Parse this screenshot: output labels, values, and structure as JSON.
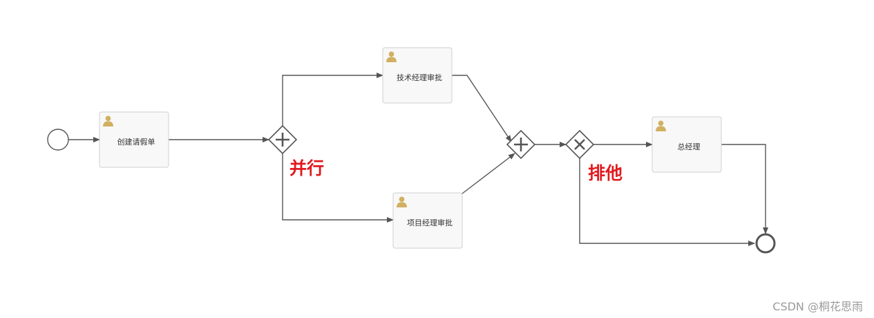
{
  "tasks": {
    "create_leave": "创建请假单",
    "tech_manager": "技术经理审批",
    "project_manager": "项目经理审批",
    "general_manager": "总经理"
  },
  "annotations": {
    "parallel": "并行",
    "exclusive": "排他"
  },
  "watermark": "CSDN @桐花思雨",
  "icons": {
    "task": "user-icon",
    "parallel_gateway": "plus-icon",
    "exclusive_gateway": "x-icon"
  },
  "colors": {
    "user_icon": "#d1b062",
    "task_fill": "#f8f8f8",
    "task_border": "#cfcfcf",
    "edge": "#555555",
    "annotation": "#e0191f"
  }
}
